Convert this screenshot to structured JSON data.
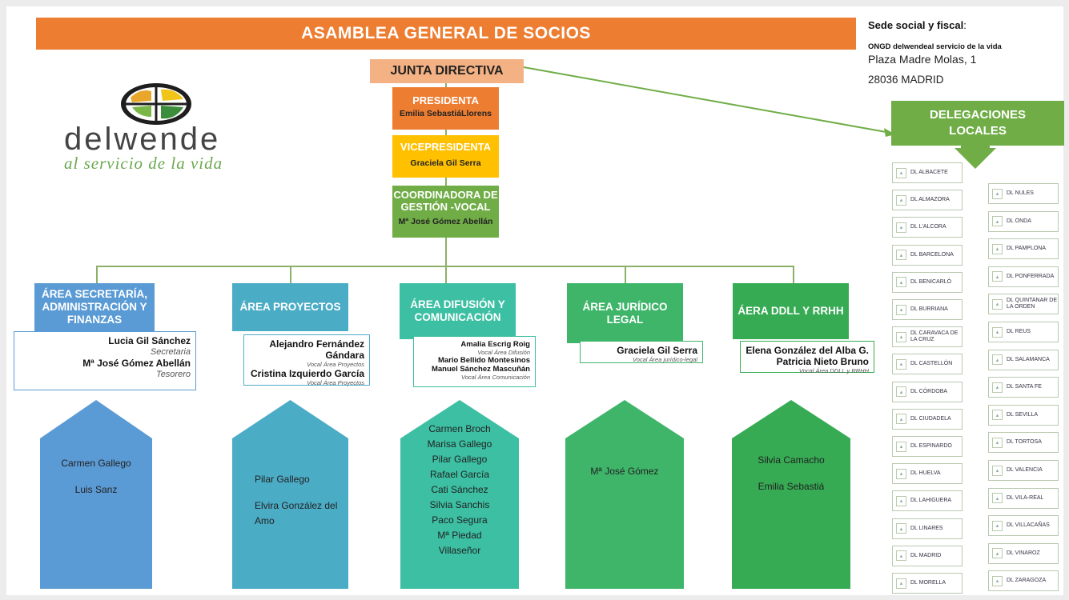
{
  "assembly": "ASAMBLEA GENERAL DE SOCIOS",
  "board": "JUNTA DIRECTIVA",
  "president": {
    "title": "PRESIDENTA",
    "name": "Emilia SebastiáLlorens"
  },
  "vice": {
    "title": "VICEPRESIDENTA",
    "name": "Graciela Gil Serra"
  },
  "coord": {
    "title": "COORDINADORA DE GESTIÓN -VOCAL",
    "name": "Mª José Gómez Abellán"
  },
  "logo": {
    "word": "delwende",
    "tagline": "al servicio de la vida"
  },
  "hq": {
    "label": "Sede social y fiscal",
    "colon": ":",
    "org": "ONGD delwendeal servicio de la vida",
    "address": "Plaza Madre Molas, 1",
    "city": "28036 MADRID"
  },
  "delegations": {
    "title": "DELEGACIONES LOCALES"
  },
  "areas": [
    {
      "title": "ÁREA SECRETARÍA, ADMINISTRACIÓN Y FINANZAS",
      "color": "#5b9bd5",
      "people": [
        {
          "name": "Lucia Gil Sánchez",
          "role": "Secretaria"
        },
        {
          "name": "Mª José Gómez Abellán",
          "role": "Tesorero"
        }
      ],
      "volunteers": [
        "Carmen Gallego",
        "Luis Sanz"
      ]
    },
    {
      "title": "ÁREA PROYECTOS",
      "color": "#4bacc6",
      "people": [
        {
          "name": "Alejandro Fernández Gándara",
          "role": "Vocal Área Proyectos"
        },
        {
          "name": "Cristina Izquierdo García",
          "role": "Vocal Área Proyectos"
        }
      ],
      "volunteers": [
        "Pilar Gallego",
        "Elvira  González del Amo"
      ]
    },
    {
      "title": "ÁREA DIFUSIÓN Y COMUNICACIÓN",
      "color": "#3cbfa2",
      "people": [
        {
          "name": "Amalia Escrig Roig",
          "role": "Vocal Área Difusión"
        },
        {
          "name": "Mario Bellido Montesinos",
          "role": ""
        },
        {
          "name": "Manuel Sánchez Mascuñán",
          "role": "Vocal Área Comunicación"
        }
      ],
      "volunteers": [
        "Carmen Broch",
        "Marisa Gallego",
        "Pilar Gallego",
        "Rafael García",
        "Cati Sánchez",
        "Silvia Sanchis",
        "Paco Segura",
        "Mª Piedad",
        "Villaseñor"
      ]
    },
    {
      "title": "ÁREA JURÍDICO LEGAL",
      "color": "#3fb56a",
      "people": [
        {
          "name": "Graciela Gil Serra",
          "role": "Vocal Área jurídico-legal"
        }
      ],
      "volunteers": [
        "Mª  José Gómez"
      ]
    },
    {
      "title": "ÁERA DDLL Y RRHH",
      "color": "#36ab54",
      "people": [
        {
          "name": "Elena González del Alba G.",
          "role": ""
        },
        {
          "name": "Patricia Nieto Bruno",
          "role": "Vocal Área DDLL y RRHH"
        }
      ],
      "volunteers": [
        "Silvia Camacho",
        "Emilia Sebastiá"
      ]
    }
  ],
  "dl_left": [
    "DL ALBACETE",
    "DL ALMAZORA",
    "DL L'ALCORA",
    "DL BARCELONA",
    "DL BENICARLÓ",
    "DL BURRIANA",
    "DL CARAVACA DE LA CRUZ",
    "DL CASTELLÓN",
    "DL CÓRDOBA",
    "DL CIUDADELA",
    "DL ESPINARDO",
    "DL HUELVA",
    "DL LAHIGUERA",
    "DL LINARES",
    "DL MADRID",
    "DL MORELLA"
  ],
  "dl_right": [
    "DL NULES",
    "DL ONDA",
    "DL PAMPLONA",
    "DL PONFERRADA",
    "DL QUINTANAR DE LA ORDEN",
    "DL REUS",
    "DL SALAMANCA",
    "DL SANTA FE",
    "DL SEVILLA",
    "DL TORTOSA",
    "DL VALENCIA",
    "DL VILA-REAL",
    "DL VILLACAÑAS",
    "DL VINAROZ",
    "DL ZARAGOZA"
  ]
}
